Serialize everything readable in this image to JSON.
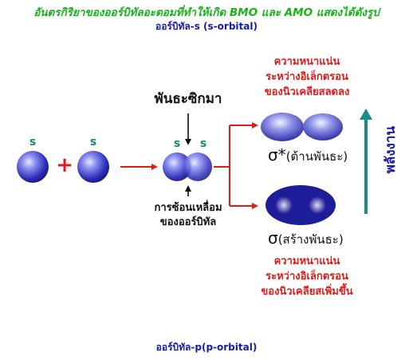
{
  "header": {
    "title": "อันตรกิริยาของออร์บิทัลอะตอมที่ทำให้เกิด BMO และ AMO แสดงได้ดังรูป",
    "subtitle": "ออร์บิทัล-s (s-orbital)"
  },
  "orbital_labels": {
    "s1": "s",
    "s2": "s",
    "s3": "s",
    "s4": "s"
  },
  "operator": "+",
  "overlap": {
    "node_label": "พันธะซิกมา",
    "caption_line1": "การซ้อนเหลื่อม",
    "caption_line2": "ของออร์บิทัล"
  },
  "antibonding": {
    "symbol": "σ*",
    "name": "(ต้านพันธะ)",
    "note": [
      "ความหนาแน่น",
      "ระหว่างอิเล็กตรอน",
      "ของนิวเคลียสลดลง"
    ]
  },
  "bonding": {
    "symbol": "σ",
    "name": "(สร้างพันธะ)",
    "note": [
      "ความหนาแน่น",
      "ระหว่างอิเล็กตรอน",
      "ของนิวเคลียสเพิ่มขึ้น"
    ]
  },
  "energy_axis": {
    "label": "พลังงาน",
    "color": "#1a8a8a"
  },
  "footer": {
    "caption": "ออร์บิทัล-p(p-orbital)"
  },
  "colors": {
    "orbital": "#3434c8",
    "arrow_red": "#e01a1a",
    "title_green": "#19b21b",
    "caption_blue": "#1a1aa8"
  }
}
